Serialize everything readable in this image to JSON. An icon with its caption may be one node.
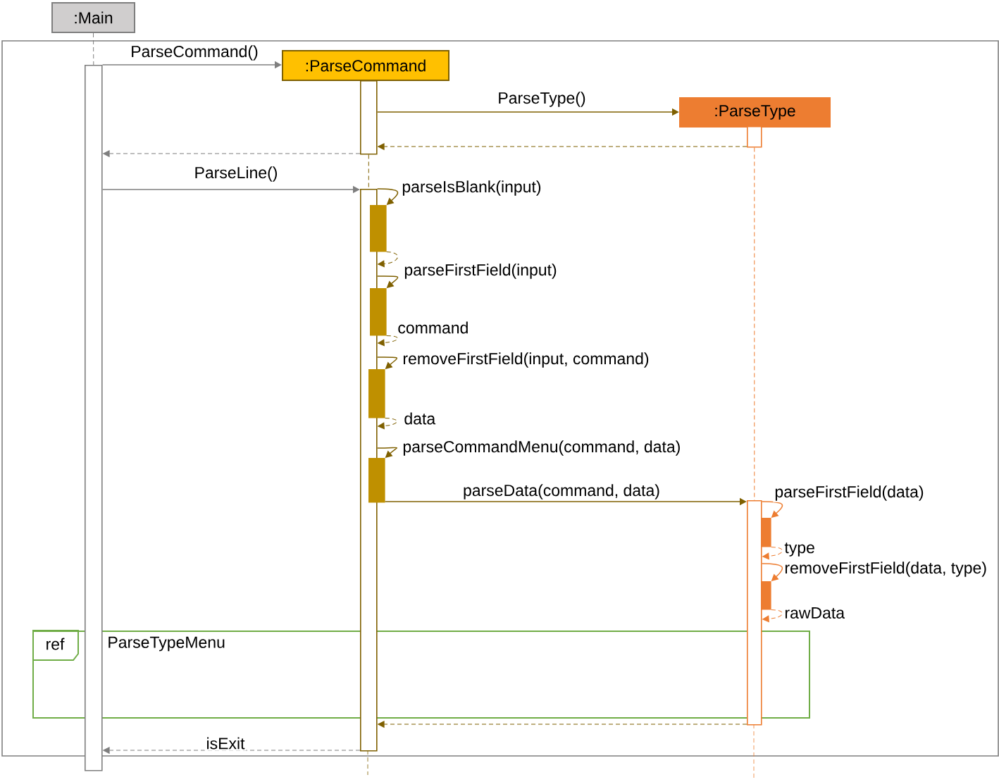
{
  "diagram": {
    "nodes": [
      {
        "text": [
          ":Main"
        ]
      },
      {
        "text": [
          ":ParseCommand"
        ]
      },
      {
        "text": [
          ":ParseType"
        ]
      },
      {
        "text": [],
        "shape": "bar"
      },
      {
        "text": [],
        "shape": "bar"
      },
      {
        "text": [],
        "shape": "bar"
      },
      {
        "text": [],
        "shape": "bar"
      },
      {
        "text": [],
        "shape": "bar"
      },
      {
        "text": [],
        "shape": "bar"
      },
      {
        "text": [],
        "shape": "bar"
      },
      {
        "text": [],
        "shape": "bar"
      },
      {
        "text": [],
        "shape": "bar"
      },
      {
        "text": [],
        "shape": "bar"
      },
      {
        "text": [],
        "shape": "bar"
      },
      {
        "text": [
          "ref",
          "ParseTypeMenu"
        ]
      }
    ],
    "edges": [
      {
        "from": 0,
        "to": 3,
        "arrow": "none",
        "style": "dashed",
        "color": "#7f7f7f"
      },
      {
        "from": 4,
        "to": 6,
        "arrow": "none",
        "style": "dashed"
      },
      {
        "from": 5,
        "to": 11,
        "arrow": "none",
        "style": "dashed",
        "color": "#ed7d31"
      },
      {
        "from": 3,
        "to": 1,
        "arrow": "to",
        "label": "ParseCommand()",
        "color": "#7f7f7f"
      },
      {
        "from": 4,
        "to": 2,
        "arrow": "to",
        "label": "ParseType()"
      },
      {
        "from": 5,
        "to": 4,
        "arrow": "to",
        "style": "dashed"
      },
      {
        "from": 4,
        "to": 3,
        "arrow": "to",
        "style": "dashed",
        "color": "#7f7f7f"
      },
      {
        "from": 3,
        "to": 6,
        "arrow": "to",
        "label": "ParseLine()",
        "color": "#7f7f7f"
      },
      {
        "from": 6,
        "to": 7,
        "arrow": "to",
        "label": "parseIsBlank(input)"
      },
      {
        "from": 7,
        "to": 6,
        "arrow": "to",
        "style": "dashed"
      },
      {
        "from": 6,
        "to": 8,
        "arrow": "to",
        "label": "parseFirstField(input)"
      },
      {
        "from": 8,
        "to": 6,
        "arrow": "to",
        "style": "dashed",
        "label": "command"
      },
      {
        "from": 6,
        "to": 9,
        "arrow": "to",
        "label": "removeFirstField(input, command)"
      },
      {
        "from": 9,
        "to": 6,
        "arrow": "to",
        "style": "dashed",
        "label": "data"
      },
      {
        "from": 6,
        "to": 10,
        "arrow": "to",
        "label": "parseCommandMenu(command, data)"
      },
      {
        "from": 10,
        "to": 11,
        "arrow": "to",
        "label": "parseData(command, data)"
      },
      {
        "from": 11,
        "to": 12,
        "arrow": "to",
        "label": "parseFirstField(data)",
        "color": "#ed7d31"
      },
      {
        "from": 12,
        "to": 11,
        "arrow": "to",
        "style": "dashed",
        "label": "type",
        "color": "#ed7d31"
      },
      {
        "from": 11,
        "to": 13,
        "arrow": "to",
        "label": "removeFirstField(data, type)",
        "color": "#ed7d31"
      },
      {
        "from": 13,
        "to": 11,
        "arrow": "to",
        "style": "dashed",
        "label": "rawData",
        "color": "#ed7d31"
      },
      {
        "from": 11,
        "to": 6,
        "arrow": "to",
        "style": "dashed"
      },
      {
        "from": 6,
        "to": 3,
        "arrow": "to",
        "style": "dashed",
        "label": "isExit",
        "color": "#7f7f7f"
      }
    ]
  }
}
